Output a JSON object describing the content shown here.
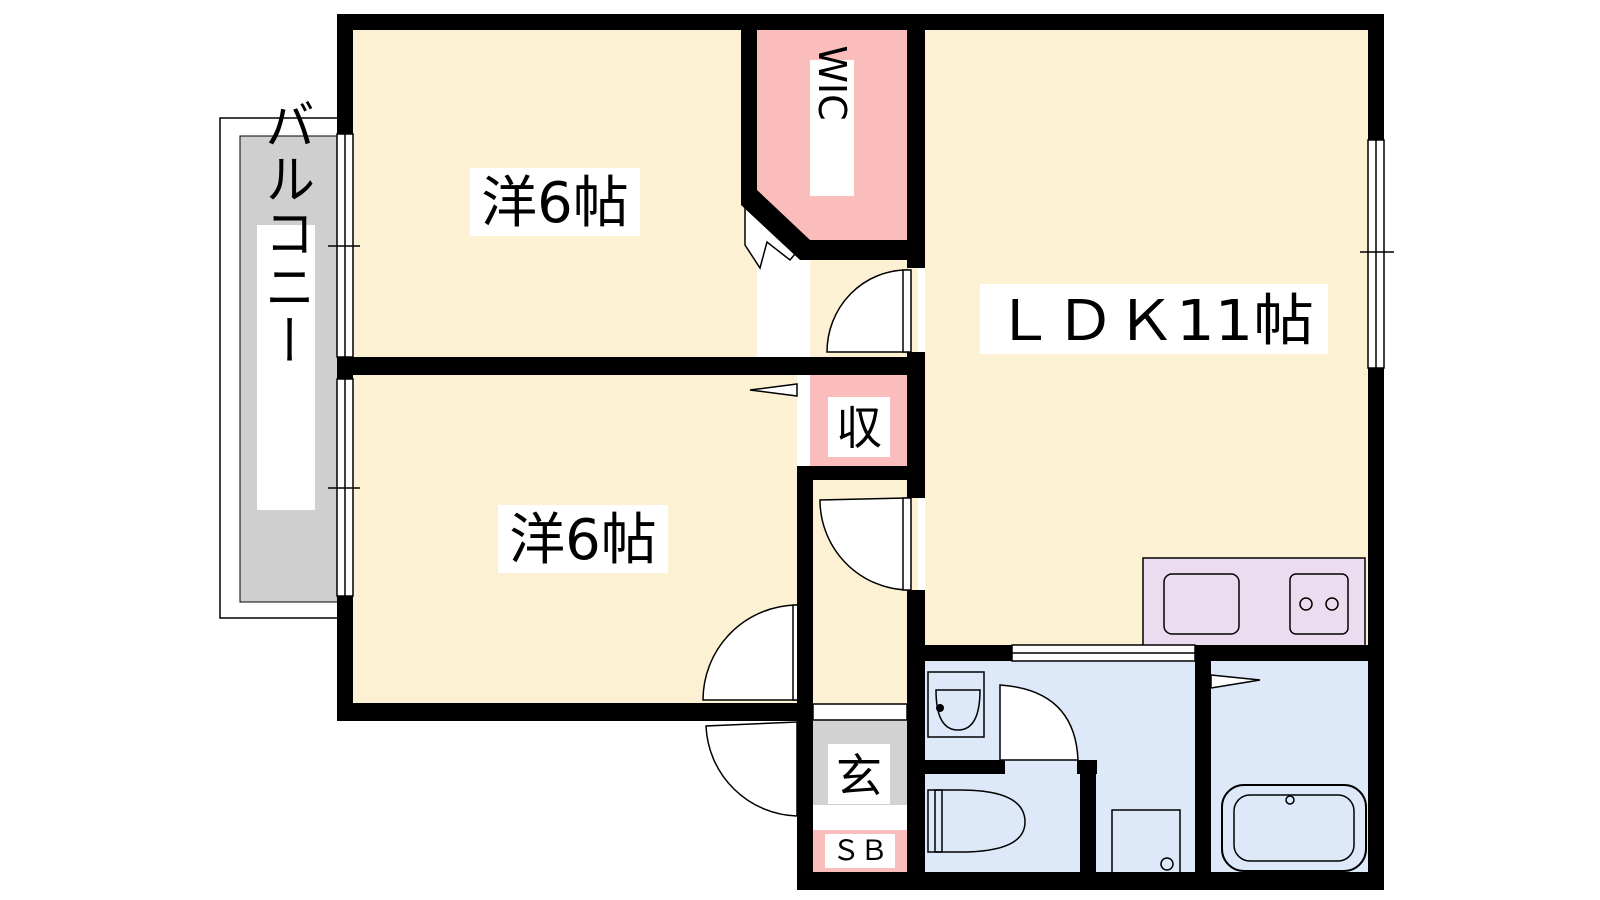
{
  "floorplan": {
    "rooms": {
      "western_top": {
        "label": "洋6帖",
        "color": "#fdf1d3"
      },
      "western_bottom": {
        "label": "洋6帖",
        "color": "#fdf1d3"
      },
      "wic": {
        "label": "WIC",
        "color": "#fbbcbc"
      },
      "storage": {
        "label": "収",
        "color": "#fbbcbc"
      },
      "ldk": {
        "label": "ＬＤＫ11帖",
        "color": "#fdf1d3"
      },
      "entrance": {
        "label": "玄",
        "color": "#d2d2d2"
      },
      "shoe_box": {
        "label": "ＳＢ",
        "color": "#fbbcbc"
      },
      "balcony": {
        "label": "バルコニー",
        "color": "#cfcfcf"
      },
      "wet_area": {
        "color": "#dde9f9"
      },
      "kitchen": {
        "color": "#ecdcf0"
      }
    },
    "wall_color": "#000000"
  }
}
